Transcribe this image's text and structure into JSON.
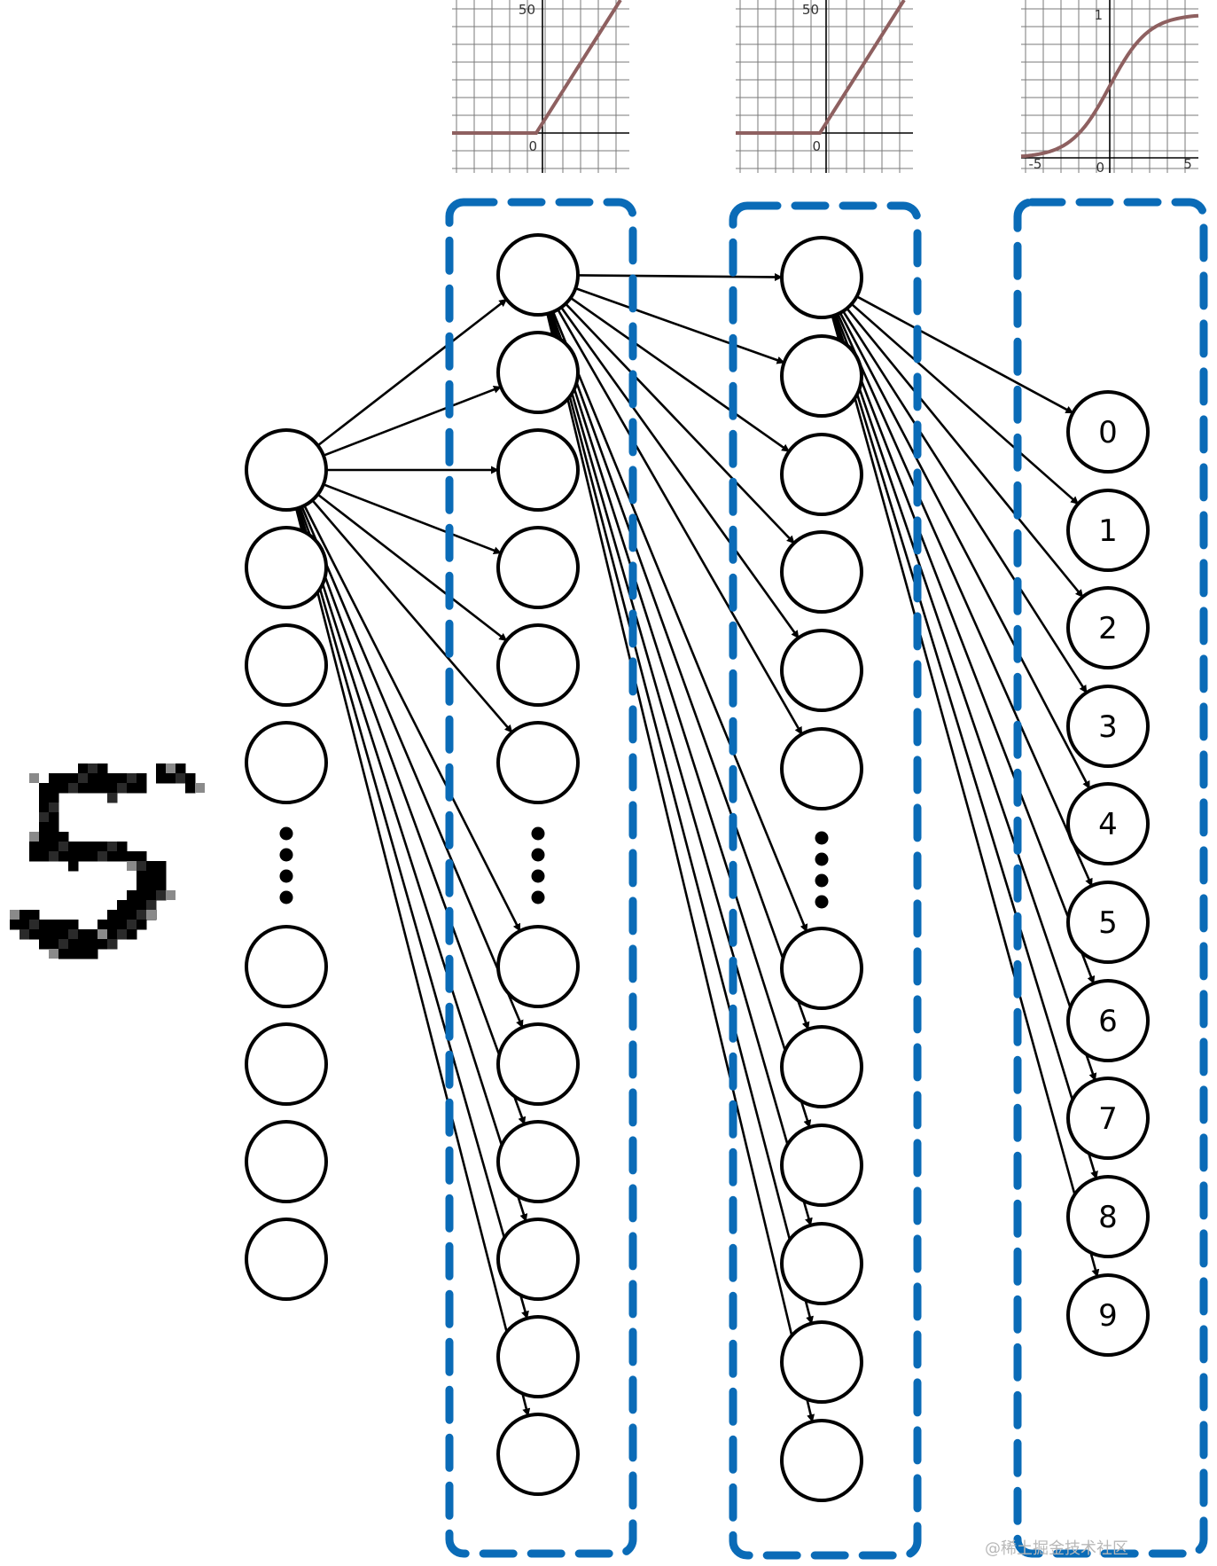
{
  "activation_plots": [
    {
      "type": "relu",
      "tick_top": "50",
      "tick_origin": "0"
    },
    {
      "type": "relu",
      "tick_top": "50",
      "tick_origin": "0"
    },
    {
      "type": "sigmoid",
      "tick_top": "1",
      "tick_origin": "0",
      "tick_left": "-5",
      "tick_right": "5"
    }
  ],
  "output_labels": [
    "0",
    "1",
    "2",
    "3",
    "4",
    "5",
    "6",
    "7",
    "8",
    "9"
  ],
  "input_digit": "5",
  "watermark": "@稀土掘金技术社区",
  "colors": {
    "layer_box": "#0a6bb7",
    "activation_curve": "#8e6060",
    "node_stroke": "#000000"
  }
}
